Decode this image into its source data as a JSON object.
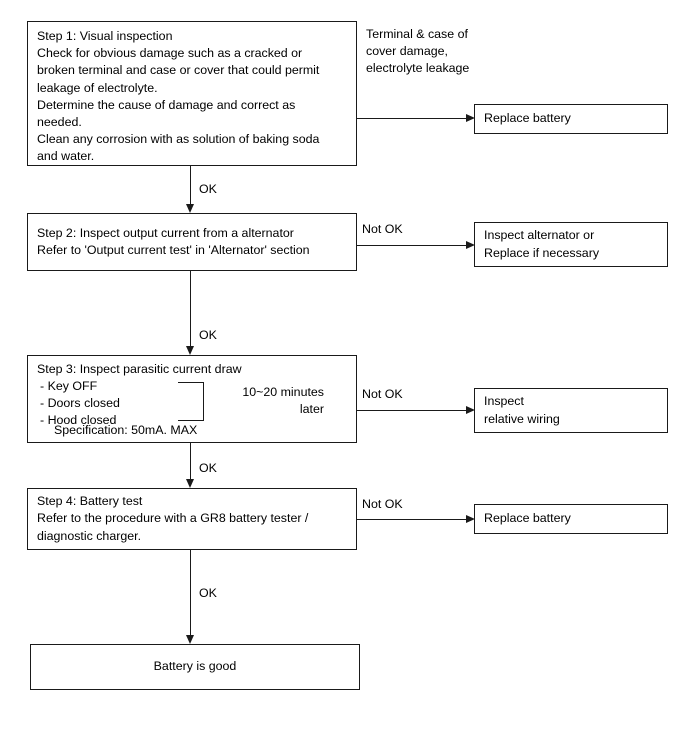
{
  "diagram": {
    "title": "Battery diagnostic flowchart",
    "line_color": "#1a1a1a",
    "background": "#ffffff"
  },
  "steps": [
    {
      "id": "step-1",
      "text": "Step 1: Visual inspection\nCheck for obvious damage such as a cracked or\nbroken terminal and case or cover that could permit\nleakage of electrolyte.\nDetermine the cause of damage and correct as\nneeded.\nClean any corrosion with as solution of baking soda\nand water."
    },
    {
      "id": "step-2",
      "text": "Step 2: Inspect output current from a alternator\nRefer to 'Output current test' in 'Alternator' section"
    },
    {
      "id": "step-3",
      "title": "Step 3: Inspect parasitic current draw",
      "bullets": " - Key OFF\n - Doors closed\n - Hood closed",
      "spec": "Specification: 50mA. MAX",
      "bracket_label": "10~20 minutes\nlater"
    },
    {
      "id": "step-4",
      "text": "Step 4: Battery test\nRefer to the procedure with a GR8 battery tester /\ndiagnostic charger."
    }
  ],
  "outcomes": [
    {
      "id": "outcome-1",
      "text": "Replace battery"
    },
    {
      "id": "outcome-2",
      "text": "Inspect alternator or\nReplace if necessary"
    },
    {
      "id": "outcome-3",
      "text": "Inspect\nrelative wiring"
    },
    {
      "id": "outcome-4",
      "text": "Replace battery"
    }
  ],
  "final": {
    "id": "final-result",
    "text": "Battery is good"
  },
  "notes": {
    "step1_condition": "Terminal  &  case of\ncover damage,\nelectrolyte leakage"
  },
  "edge_labels": {
    "ok_1": "OK",
    "ok_2": "OK",
    "ok_3": "OK",
    "ok_4": "OK",
    "not_ok_2": "Not OK",
    "not_ok_3": "Not OK",
    "not_ok_4": "Not OK"
  }
}
